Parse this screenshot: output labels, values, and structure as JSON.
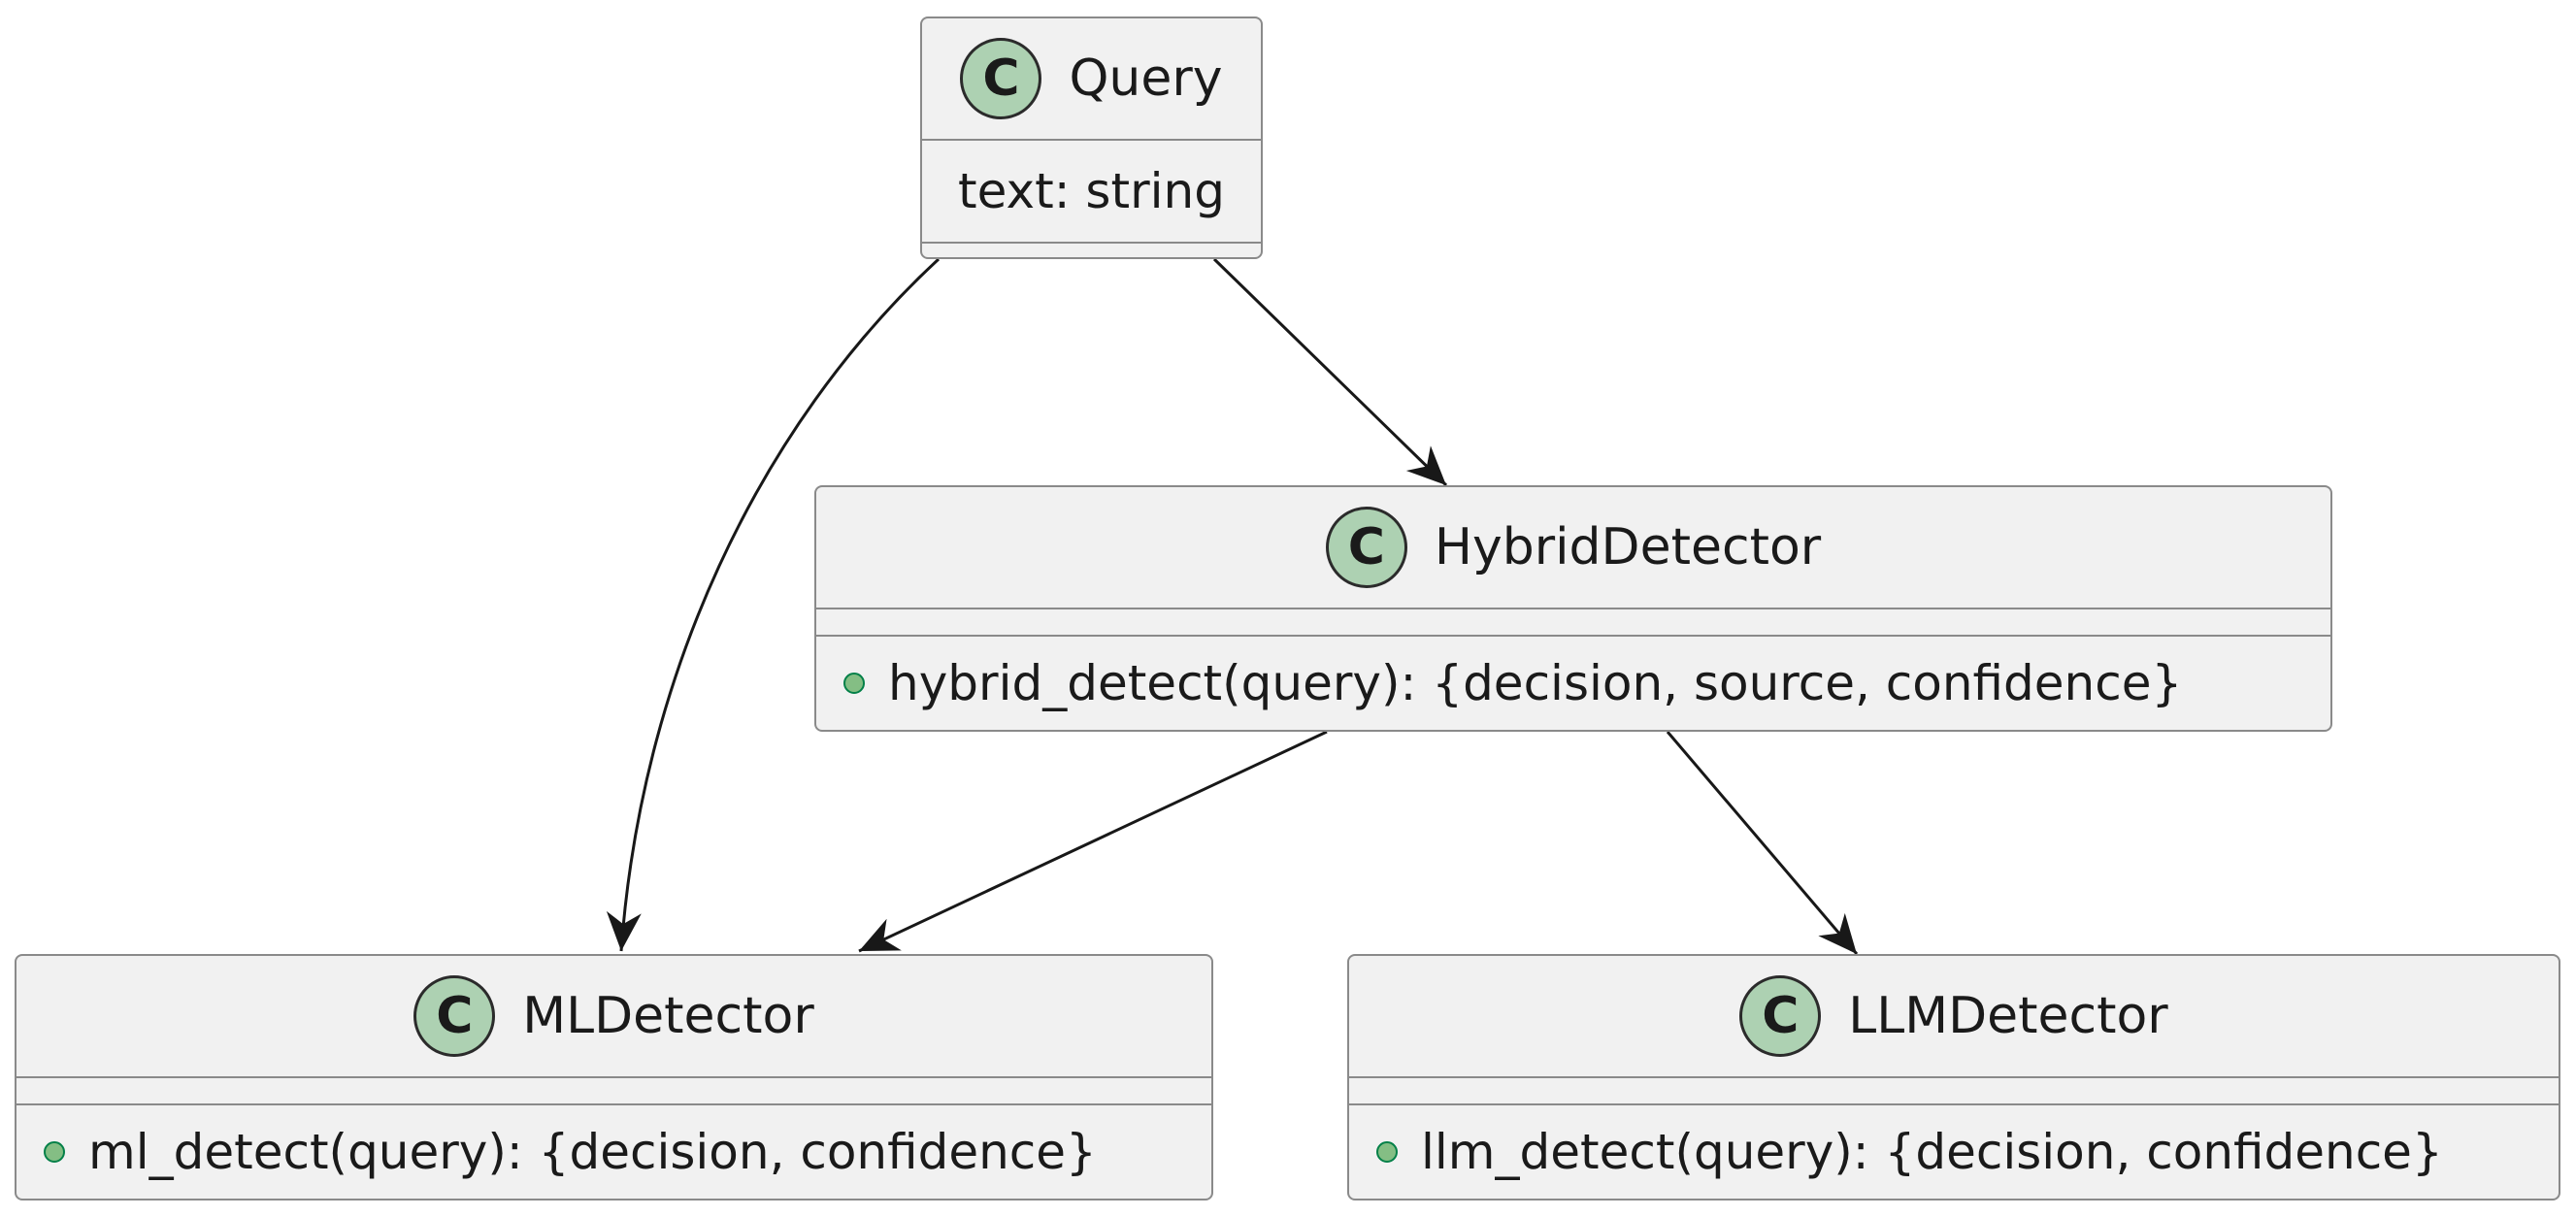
{
  "classes": {
    "query": {
      "badge": "C",
      "name": "Query",
      "field": "text: string"
    },
    "hybrid": {
      "badge": "C",
      "name": "HybridDetector",
      "method": "hybrid_detect(query): {decision, source, confidence}"
    },
    "ml": {
      "badge": "C",
      "name": "MLDetector",
      "method": "ml_detect(query): {decision, confidence}"
    },
    "llm": {
      "badge": "C",
      "name": "LLMDetector",
      "method": "llm_detect(query): {decision, confidence}"
    }
  },
  "relations": [
    {
      "from": "Query",
      "to": "MLDetector",
      "type": "association-arrow"
    },
    {
      "from": "Query",
      "to": "HybridDetector",
      "type": "association-arrow"
    },
    {
      "from": "HybridDetector",
      "to": "MLDetector",
      "type": "association-arrow"
    },
    {
      "from": "HybridDetector",
      "to": "LLMDetector",
      "type": "association-arrow"
    }
  ],
  "colors": {
    "class_fill": "#f1f1f1",
    "class_border": "#8a8a8a",
    "badge_fill": "#add1b2",
    "public_dot": "#84be84",
    "arrow": "#181818"
  }
}
